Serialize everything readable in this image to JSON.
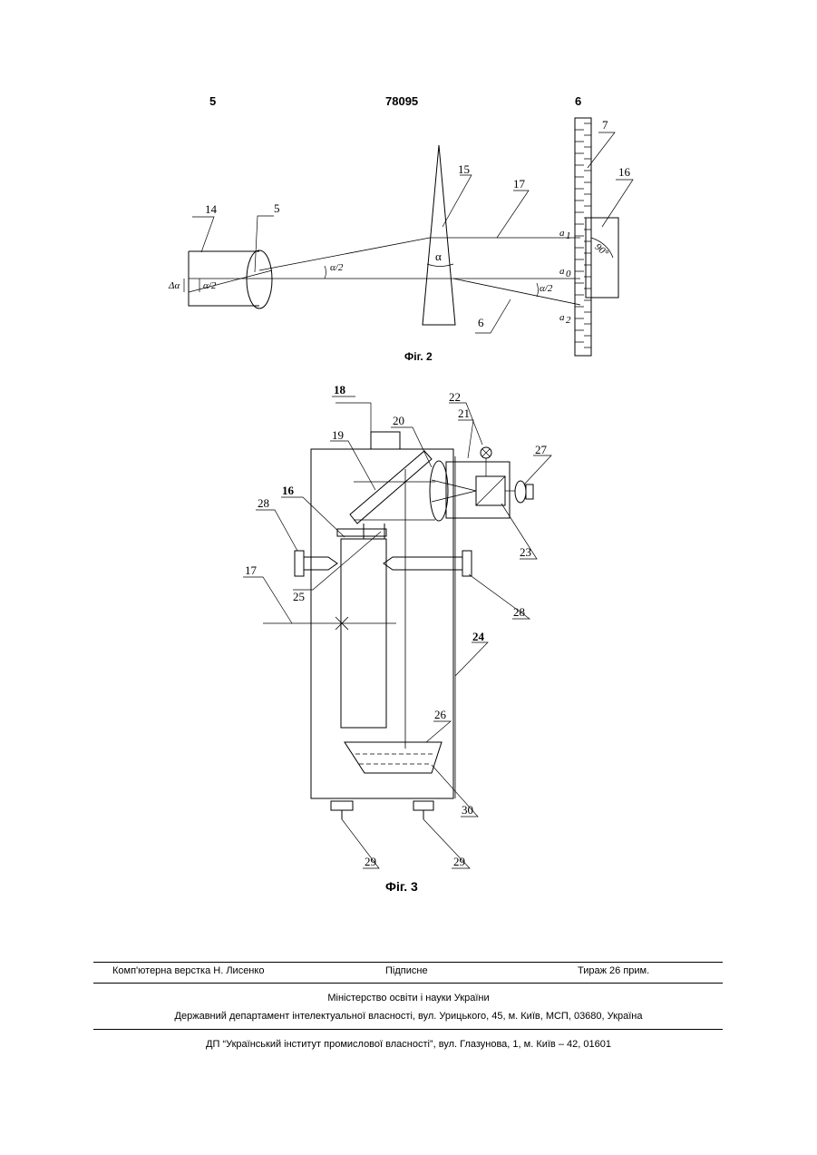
{
  "header": {
    "page_left": "5",
    "patent_number": "78095",
    "page_right": "6"
  },
  "figure2": {
    "caption": "Фіг. 2",
    "labels": {
      "l14": "14",
      "l5": "5",
      "l15": "15",
      "l17": "17",
      "l7": "7",
      "l16": "16",
      "l6": "6",
      "alpha": "α",
      "alpha_half_1": "α/2",
      "alpha_half_2": "α/2",
      "alpha_half_3": "α/2",
      "delta_alpha": "Δα",
      "a1": "a",
      "a1_sub": "1",
      "a0": "a",
      "a0_sub": "0",
      "a2": "a",
      "a2_sub": "2",
      "angle_16": "90°"
    }
  },
  "figure3": {
    "caption": "Фіг. 3",
    "labels": {
      "l18": "18",
      "l22": "22",
      "l20": "20",
      "l21": "21",
      "l19": "19",
      "l27": "27",
      "l16": "16",
      "l28a": "28",
      "l28b": "28",
      "l23": "23",
      "l25": "25",
      "l17": "17",
      "l24": "24",
      "l26": "26",
      "l30": "30",
      "l29a": "29",
      "l29b": "29"
    }
  },
  "footer": {
    "layout": "Комп'ютерна верстка Н. Лисенко",
    "signed": "Підписне",
    "circulation": "Тираж 26 прим.",
    "ministry": "Міністерство освіти і науки України",
    "department": "Державний департамент інтелектуальної власності, вул. Урицького, 45, м. Київ, МСП, 03680, Україна",
    "institute": "ДП “Український інститут промислової власності”, вул. Глазунова, 1, м. Київ – 42, 01601"
  }
}
